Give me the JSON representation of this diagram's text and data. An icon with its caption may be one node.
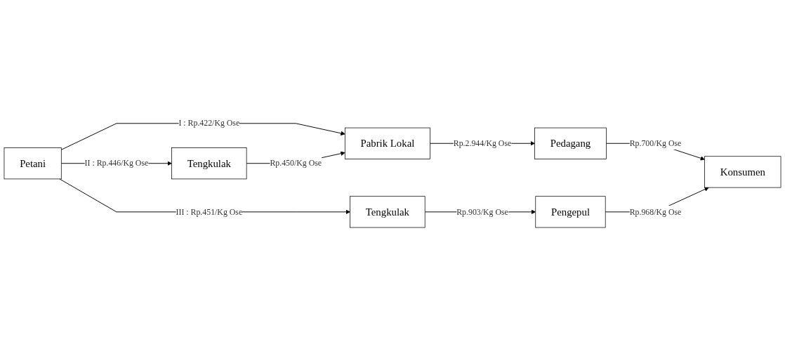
{
  "diagram": {
    "nodes": [
      {
        "text": [
          "Petani"
        ]
      },
      {
        "text": [
          "Pabrik Lokal"
        ]
      },
      {
        "text": [
          "Pedagang"
        ]
      },
      {
        "text": [
          "Tengkulak"
        ]
      },
      {
        "text": [
          "Konsumen"
        ]
      },
      {
        "text": [
          "Tengkulak"
        ]
      },
      {
        "text": [
          "Pengepul"
        ]
      }
    ],
    "edges": [
      {
        "from": 0,
        "to": 1,
        "arrow": "to",
        "label": "I : Rp.422/Kg Ose"
      },
      {
        "from": 1,
        "to": 2,
        "arrow": "to",
        "label": "Rp.2.944/Kg Ose"
      },
      {
        "from": 2,
        "to": 4,
        "arrow": "to",
        "label": "Rp.700/Kg Ose"
      },
      {
        "from": 0,
        "to": 3,
        "arrow": "to",
        "label": "II : Rp.446/Kg Ose"
      },
      {
        "from": 3,
        "to": 1,
        "arrow": "to",
        "label": "Rp.450/Kg Ose"
      },
      {
        "from": 0,
        "to": 5,
        "arrow": "to",
        "label": "III : Rp.451/Kg Ose"
      },
      {
        "from": 5,
        "to": 6,
        "arrow": "to",
        "label": "Rp.903/Kg Ose"
      },
      {
        "from": 6,
        "to": 4,
        "arrow": "to",
        "label": "Rp.968/Kg Ose"
      }
    ]
  }
}
